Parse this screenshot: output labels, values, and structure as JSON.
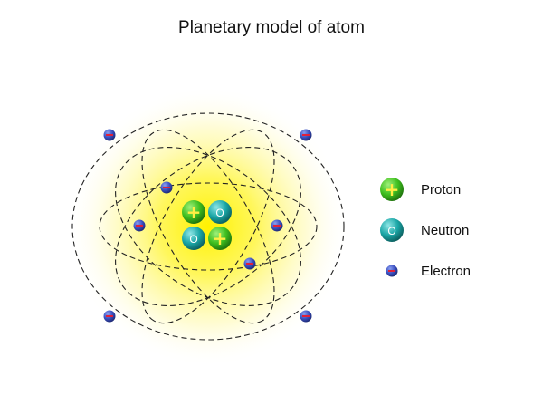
{
  "title": "Planetary model of atom",
  "nucleus_particles": [
    {
      "kind": "proton",
      "glyph": "+"
    },
    {
      "kind": "neutron",
      "glyph": "O"
    },
    {
      "kind": "neutron",
      "glyph": "O"
    },
    {
      "kind": "proton",
      "glyph": "+"
    }
  ],
  "legend": [
    {
      "kind": "proton",
      "label": "Proton",
      "glyph": "+"
    },
    {
      "kind": "neutron",
      "label": "Neutron",
      "glyph": "O"
    },
    {
      "kind": "electron",
      "label": "Electron",
      "glyph": "-"
    }
  ],
  "colors": {
    "proton": "#3fbf1f",
    "proton_glyph": "#ffee44",
    "neutron": "#1aa6a6",
    "neutron_glyph": "#ffffff",
    "electron": "#3a4fc0",
    "electron_glyph": "#e0203a",
    "glow_center": "#fff200",
    "orbit": "#222222"
  }
}
